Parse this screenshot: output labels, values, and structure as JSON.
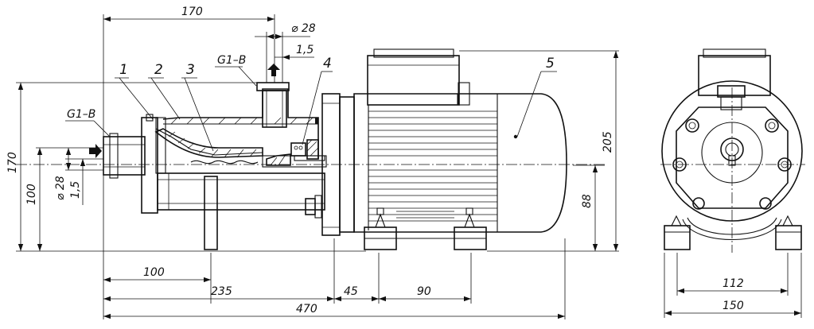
{
  "labels": {
    "part_1": "1",
    "part_2": "2",
    "part_3": "3",
    "part_4": "4",
    "part_5": "5",
    "outlet_thread": "G1–B",
    "inlet_thread": "G1–B"
  },
  "dimensions": {
    "top_170": "170",
    "outlet_dia_28": "⌀ 28",
    "outlet_wall_1_5": "1,5",
    "left_height_170": "170",
    "left_100": "100",
    "inlet_dia_28": "⌀ 28",
    "inlet_wall_1_5": "1,5",
    "right_height_205": "205",
    "right_88": "88",
    "bottom_100": "100",
    "bottom_235": "235",
    "bottom_45": "45",
    "bottom_90": "90",
    "bottom_470": "470",
    "side_112": "112",
    "side_150": "150"
  }
}
